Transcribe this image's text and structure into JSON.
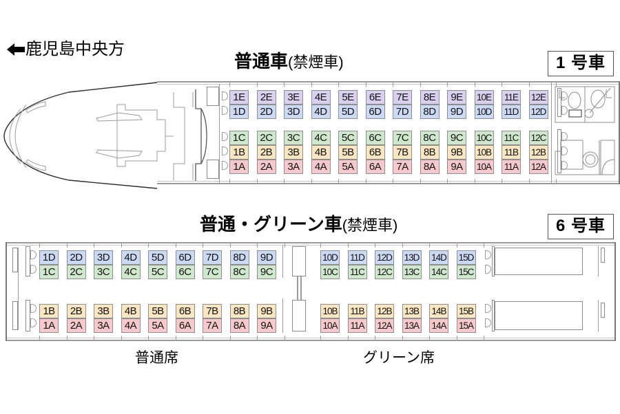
{
  "direction": {
    "arrow": "left-arrow-icon",
    "label": "鹿児島中央方"
  },
  "cars": [
    {
      "id": "car-1",
      "title_main": "普通車",
      "title_sub": "(禁煙車)",
      "badge": "1 号車",
      "seat_columns_label": [
        "E",
        "D",
        "C",
        "B",
        "A"
      ],
      "sections": [
        {
          "id": "car1-main",
          "rows": [
            "1",
            "2",
            "3",
            "4",
            "5",
            "6",
            "7",
            "8",
            "9",
            "10",
            "11",
            "12"
          ],
          "upper_letters": [
            "E",
            "D"
          ],
          "lower_letters": [
            "C",
            "B",
            "A"
          ]
        }
      ],
      "facilities": [
        "lavatory",
        "washroom",
        "wheelchair-space",
        "toilet"
      ]
    },
    {
      "id": "car-6",
      "title_main": "普通・グリーン車",
      "title_sub": "(禁煙車)",
      "badge": "6 号車",
      "seat_columns_label": [
        "D",
        "C",
        "B",
        "A"
      ],
      "sections": [
        {
          "id": "car6-ordinary",
          "rows": [
            "1",
            "2",
            "3",
            "4",
            "5",
            "6",
            "7",
            "8",
            "9"
          ],
          "upper_letters": [
            "D",
            "C"
          ],
          "lower_letters": [
            "B",
            "A"
          ]
        },
        {
          "id": "car6-green",
          "rows": [
            "10",
            "11",
            "12",
            "13",
            "14",
            "15"
          ],
          "upper_letters": [
            "D",
            "C"
          ],
          "lower_letters": [
            "B",
            "A"
          ]
        }
      ],
      "facilities": [
        "luggage-rack-upper",
        "luggage-rack-lower"
      ]
    }
  ],
  "captions": {
    "ordinary": "普通席",
    "green": "グリーン席"
  },
  "colors": {
    "seat_E": "#d9d0f0",
    "seat_D": "#ccd9f4",
    "seat_C": "#cfe8cd",
    "seat_B": "#fae6c0",
    "seat_A": "#f7c9cd",
    "body_outline": "#9a9a9a",
    "seat_border": "#8e8e8e",
    "text": "#111111"
  }
}
